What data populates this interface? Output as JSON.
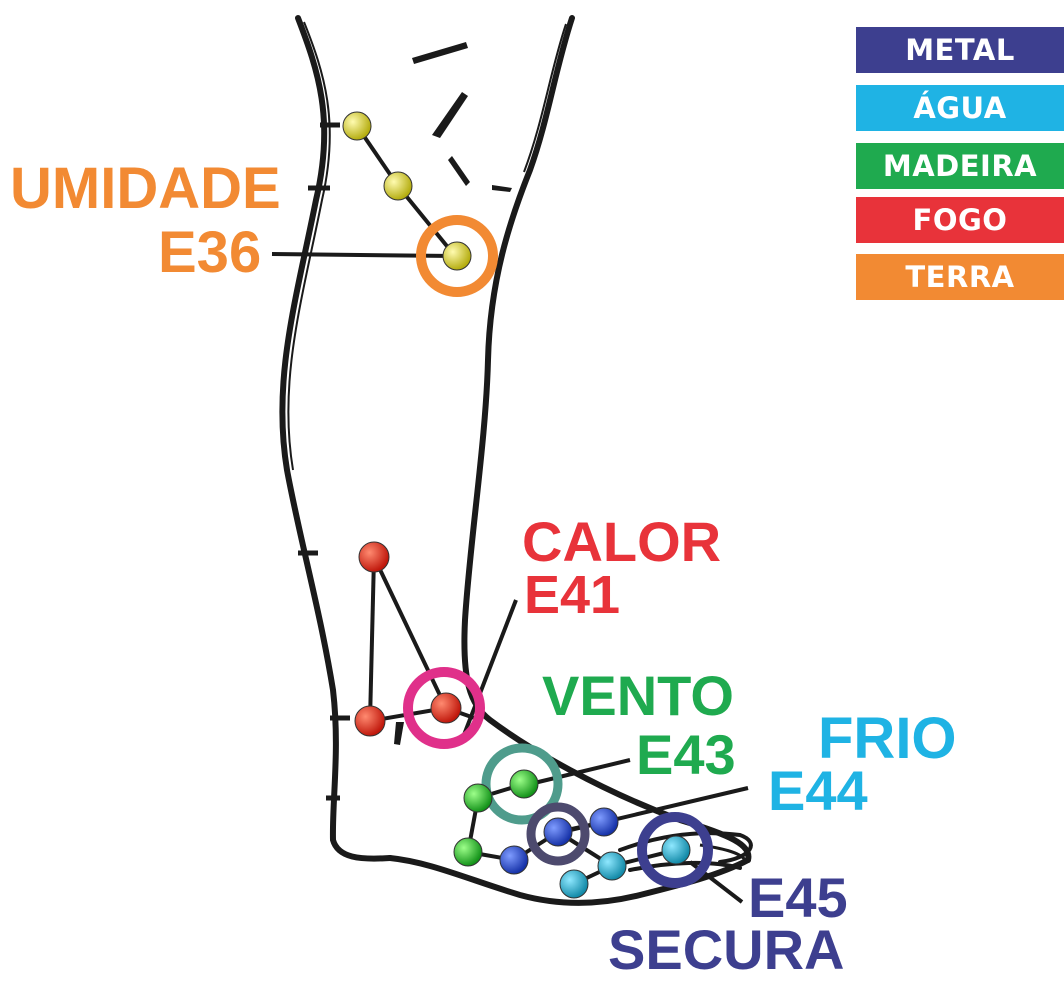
{
  "legend": [
    {
      "label": "METAL",
      "color": "#3d3f8f"
    },
    {
      "label": "ÁGUA",
      "color": "#1fb3e4"
    },
    {
      "label": "MADEIRA",
      "color": "#1faa4f"
    },
    {
      "label": "FOGO",
      "color": "#e8333a"
    },
    {
      "label": "TERRA",
      "color": "#f28a33"
    }
  ],
  "labels": {
    "umidade": {
      "name": "UMIDADE",
      "point": "E36",
      "color": "#f28a33"
    },
    "calor": {
      "name": "CALOR",
      "point": "E41",
      "color": "#e8333a"
    },
    "vento": {
      "name": "VENTO",
      "point": "E43",
      "color": "#1faa4f"
    },
    "frio": {
      "name": "FRIO",
      "point": "E44",
      "color": "#1fb3e4"
    },
    "secura": {
      "name": "SECURA",
      "point": "E45",
      "color": "#3d3f8f"
    }
  },
  "colors": {
    "earth_point": "#c9c21a",
    "fire_point": "#dd2a1c",
    "wood_point": "#22b82a",
    "metal_point": "#2446c8",
    "water_point": "#22a9c9",
    "ring_e41": "#e0308a",
    "ring_e43": "#4f9c8c",
    "ring_e44": "#4d4a6e",
    "ring_e45": "#3d3f8f",
    "outline": "#1a1a1a"
  }
}
